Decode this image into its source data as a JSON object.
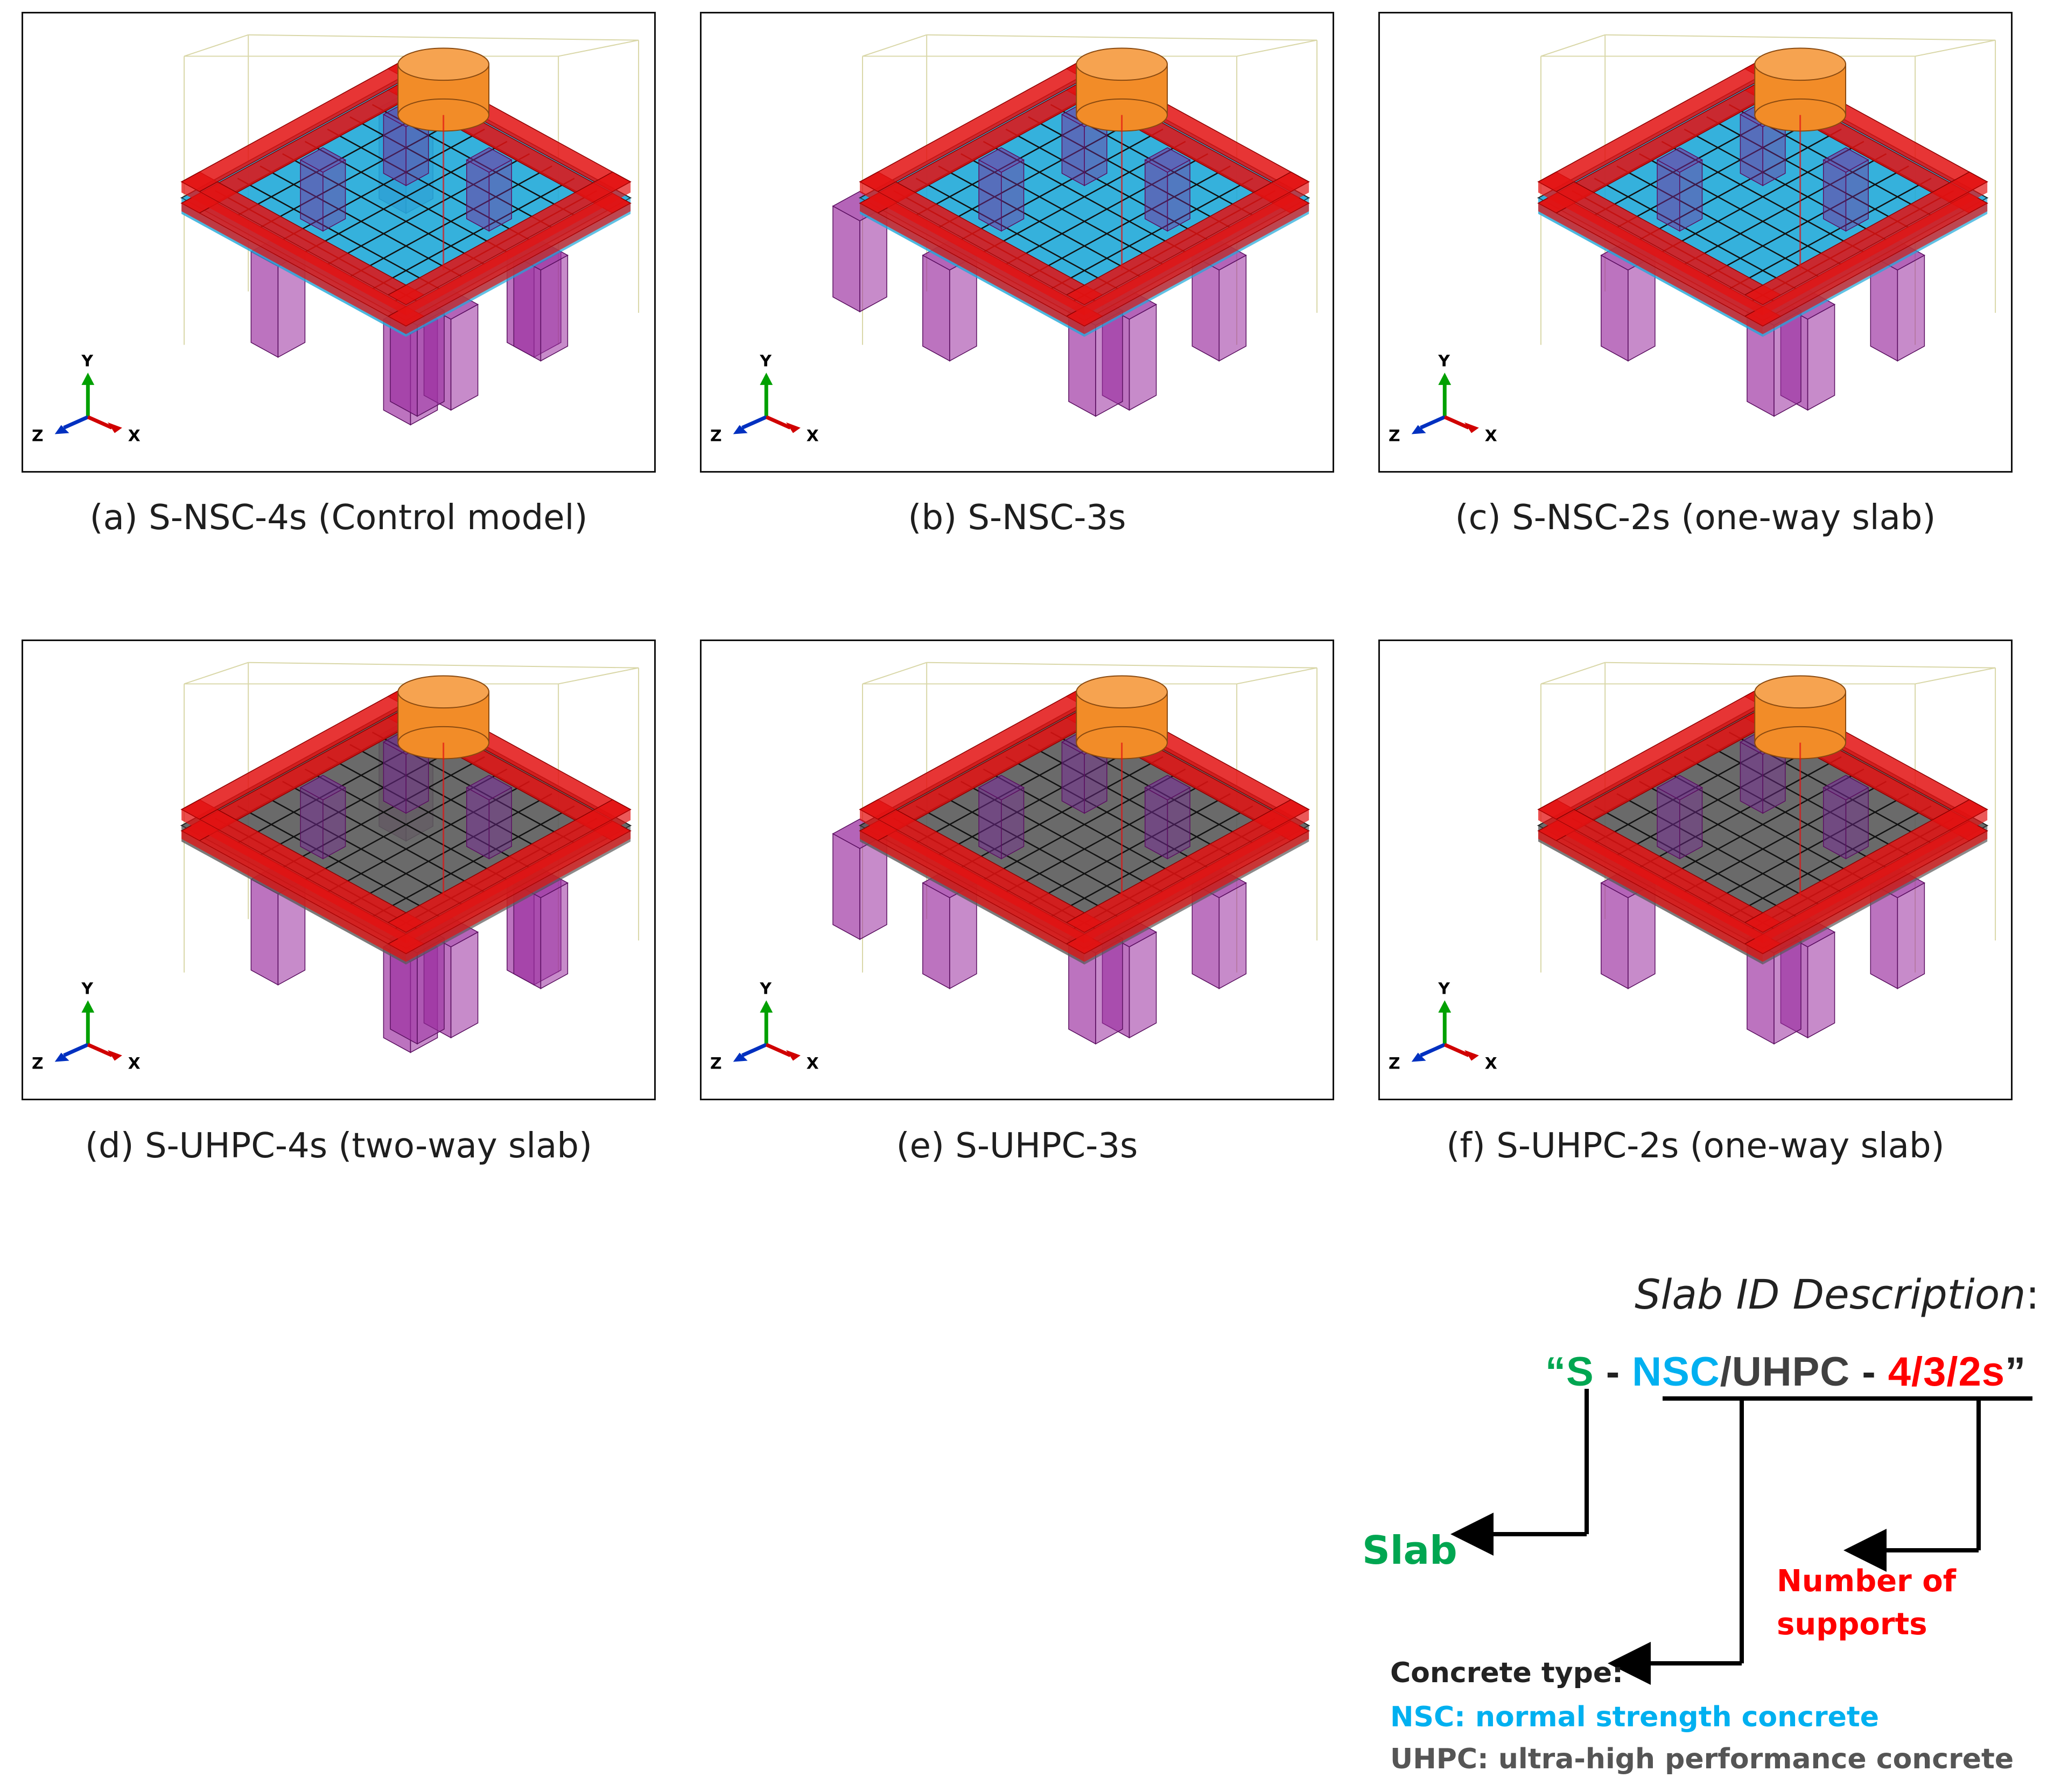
{
  "panels": [
    {
      "id": "a",
      "caption": "(a) S-NSC-4s (Control model)",
      "slab_color": "#1fa8d8",
      "supports": 4
    },
    {
      "id": "b",
      "caption": "(b) S-NSC-3s",
      "slab_color": "#1fa8d8",
      "supports": 3
    },
    {
      "id": "c",
      "caption": "(c) S-NSC-2s (one-way slab)",
      "slab_color": "#1fa8d8",
      "supports": 2
    },
    {
      "id": "d",
      "caption": "(d) S-UHPC-4s (two-way slab)",
      "slab_color": "#5a5a5a",
      "supports": 4
    },
    {
      "id": "e",
      "caption": "(e) S-UHPC-3s",
      "slab_color": "#5a5a5a",
      "supports": 3
    },
    {
      "id": "f",
      "caption": "(f) S-UHPC-2s (one-way slab)",
      "slab_color": "#5a5a5a",
      "supports": 2
    }
  ],
  "axis_triad": {
    "y": "Y",
    "z": "Z",
    "x": "X"
  },
  "legend": {
    "title": "Slab ID Description",
    "title_colon": ":",
    "id_parts": {
      "open_quote": "“",
      "s": "S",
      "sep1": " - ",
      "nsc": "NSC",
      "slash": "/",
      "uhpc": "UHPC",
      "sep2": " - ",
      "supports": "4/3/2s",
      "close_quote": "”"
    },
    "slab_label": "Slab",
    "number_label_1": "Number of",
    "number_label_2": "supports",
    "concrete_type": "Concrete type:",
    "nsc_desc": "NSC: normal strength concrete",
    "uhpc_desc": "UHPC: ultra-high performance concrete"
  },
  "colors": {
    "green": "#00a651",
    "cyan": "#00b0f0",
    "gray": "#404040",
    "red": "#ff0000",
    "frame_red": "#e31212",
    "support_purple": "#9b30a0",
    "loader_orange": "#f28c28"
  }
}
